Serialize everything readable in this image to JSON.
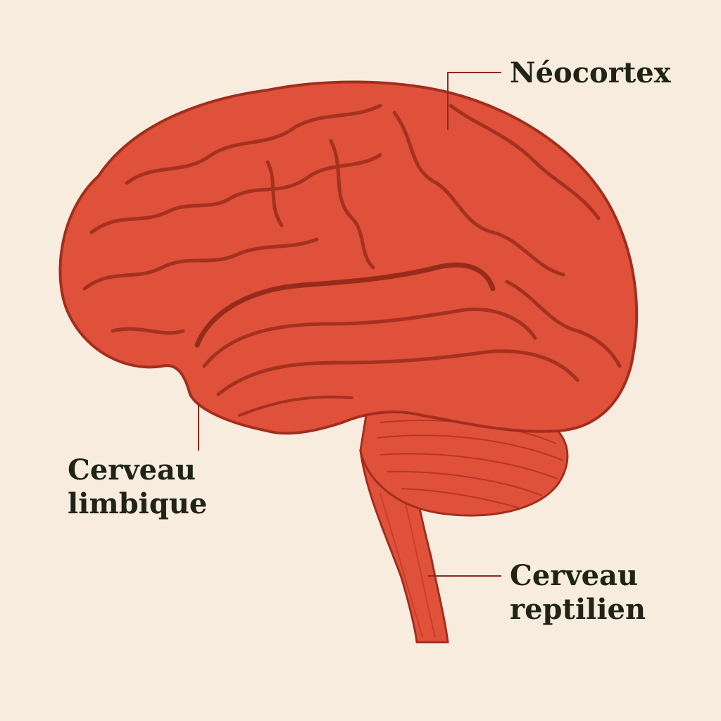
{
  "labels": {
    "neocortex": {
      "text": "Néocortex"
    },
    "limbic": {
      "lines": [
        "Cerveau",
        "limbique"
      ]
    },
    "reptilian": {
      "lines": [
        "Cerveau",
        "reptilien"
      ]
    }
  },
  "colors": {
    "background": "#f8ecdf",
    "brain_fill": "#e4503a",
    "brain_shade": "#c93a27",
    "brain_outline": "#a12a1b",
    "leader_line": "#8c2a1d",
    "label_text": "#1f2416"
  }
}
